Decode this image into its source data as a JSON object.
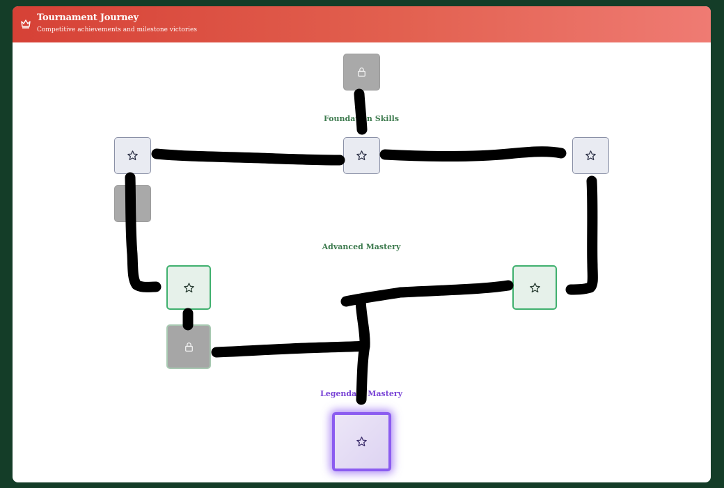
{
  "header": {
    "title": "Tournament Journey",
    "subtitle": "Competitive achievements and milestone victories",
    "icon": "crown-icon"
  },
  "tiers": {
    "foundation": "Foundation Skills",
    "advanced": "Advanced Mastery",
    "legendary": "Legendary Mastery"
  },
  "nodes": [
    {
      "id": "foundation-top",
      "state": "locked",
      "icon": "lock-icon"
    },
    {
      "id": "foundation-left",
      "state": "unlocked",
      "icon": "star-icon"
    },
    {
      "id": "foundation-center",
      "state": "unlocked",
      "icon": "star-icon"
    },
    {
      "id": "foundation-right",
      "state": "unlocked",
      "icon": "star-icon"
    },
    {
      "id": "foundation-left-sub",
      "state": "locked",
      "icon": ""
    },
    {
      "id": "advanced-left",
      "state": "unlocked",
      "icon": "star-icon"
    },
    {
      "id": "advanced-right",
      "state": "unlocked",
      "icon": "star-icon"
    },
    {
      "id": "advanced-left-sub",
      "state": "locked",
      "icon": "lock-icon"
    },
    {
      "id": "legendary",
      "state": "unlocked",
      "icon": "star-icon"
    }
  ],
  "colors": {
    "background": "#143d28",
    "header_start": "#d64136",
    "header_end": "#ef7b73",
    "advanced_border": "#3fb06e",
    "legendary_border": "#8b5cf0",
    "tier_green": "#3e7b4f",
    "tier_purple": "#7a45d6"
  }
}
